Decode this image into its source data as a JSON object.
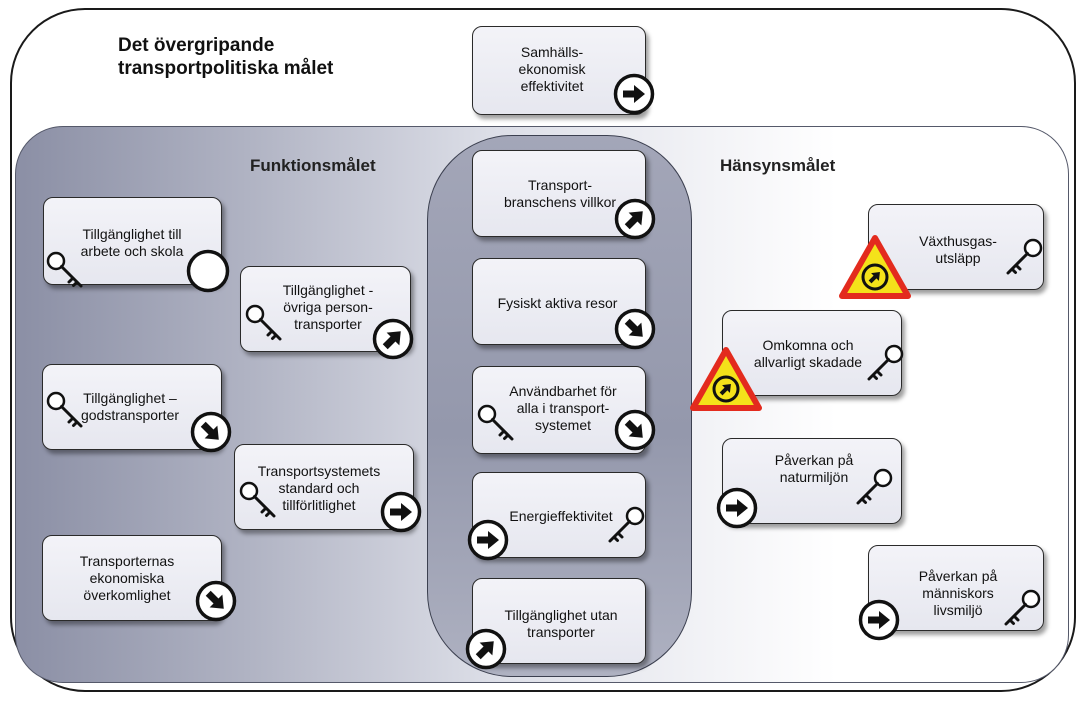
{
  "main_title": [
    "Det övergripande",
    "transportpolitiska målet"
  ],
  "functional_goal": {
    "title": "Funktionsmålet"
  },
  "consideration_goal": {
    "title": "Hänsynsmålet"
  },
  "boxes": {
    "samhallsekonomisk": [
      "Samhälls-",
      "ekonomisk",
      "effektivitet"
    ],
    "arbete_skola": [
      "Tillgänglighet till",
      "arbete och skola"
    ],
    "ovriga_person": [
      "Tillgänglighet -",
      "övriga person-",
      "transporter"
    ],
    "godstransporter": [
      "Tillgänglighet –",
      "godstransporter"
    ],
    "transportsystemets": [
      "Transportsystemets",
      "standard och",
      "tillförlitlighet"
    ],
    "ekonomiska": [
      "Transporternas",
      "ekonomiska",
      "överkomlighet"
    ],
    "branschens": [
      "Transport-",
      "branschens villkor"
    ],
    "fysiskt": [
      "Fysiskt aktiva resor"
    ],
    "anvandbarhet": [
      "Användbarhet för",
      "alla i transport-",
      "systemet"
    ],
    "energi": [
      "Energieffektivitet"
    ],
    "utan_transporter": [
      "Tillgänglighet utan",
      "transporter"
    ],
    "vaxthusgas": [
      "Växthusgas-",
      "utsläpp"
    ],
    "omkomna": [
      "Omkomna och",
      "allvarligt skadade"
    ],
    "naturmiljon": [
      "Påverkan på",
      "naturmiljön"
    ],
    "manniskors": [
      "Påverkan på",
      "människors",
      "livsmiljö"
    ]
  },
  "colors": {
    "warning_fill": "#f4e21a",
    "warning_border": "#e32b1e"
  },
  "icons": {
    "key": "key-icon",
    "arrow_right": "arrow-right-icon",
    "arrow_up_right": "arrow-up-right-icon",
    "arrow_down_right": "arrow-down-right-icon",
    "empty_circle": "empty-circle-icon",
    "warning": "warning-triangle-icon"
  }
}
